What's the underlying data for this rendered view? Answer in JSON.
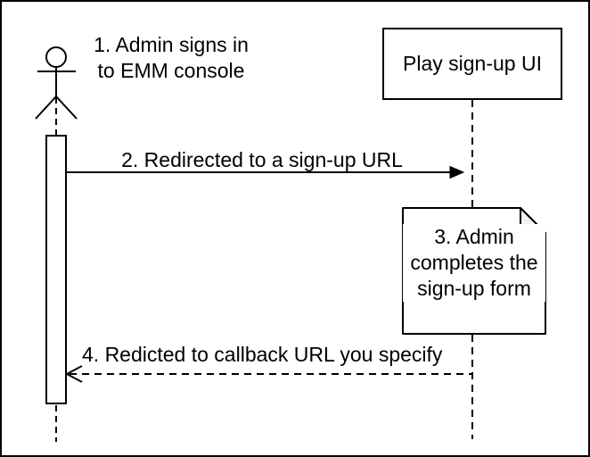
{
  "diagram": {
    "type": "sequence-diagram",
    "actor": {
      "icon": "stick-figure",
      "label": {
        "line1": "1. Admin signs in",
        "line2": "to EMM console"
      }
    },
    "participant_box": {
      "label": "Play sign-up UI"
    },
    "messages": {
      "redirect": "2. Redirected to a sign-up URL",
      "callback": "4. Redicted to callback URL you specify"
    },
    "note": {
      "line1": "3. Admin",
      "line2": "completes the",
      "line3": "sign-up form"
    },
    "colors": {
      "stroke": "#000000",
      "background": "#ffffff",
      "note_fill": "#ffffff",
      "note_fold_fill": "#f2f2f2"
    }
  }
}
